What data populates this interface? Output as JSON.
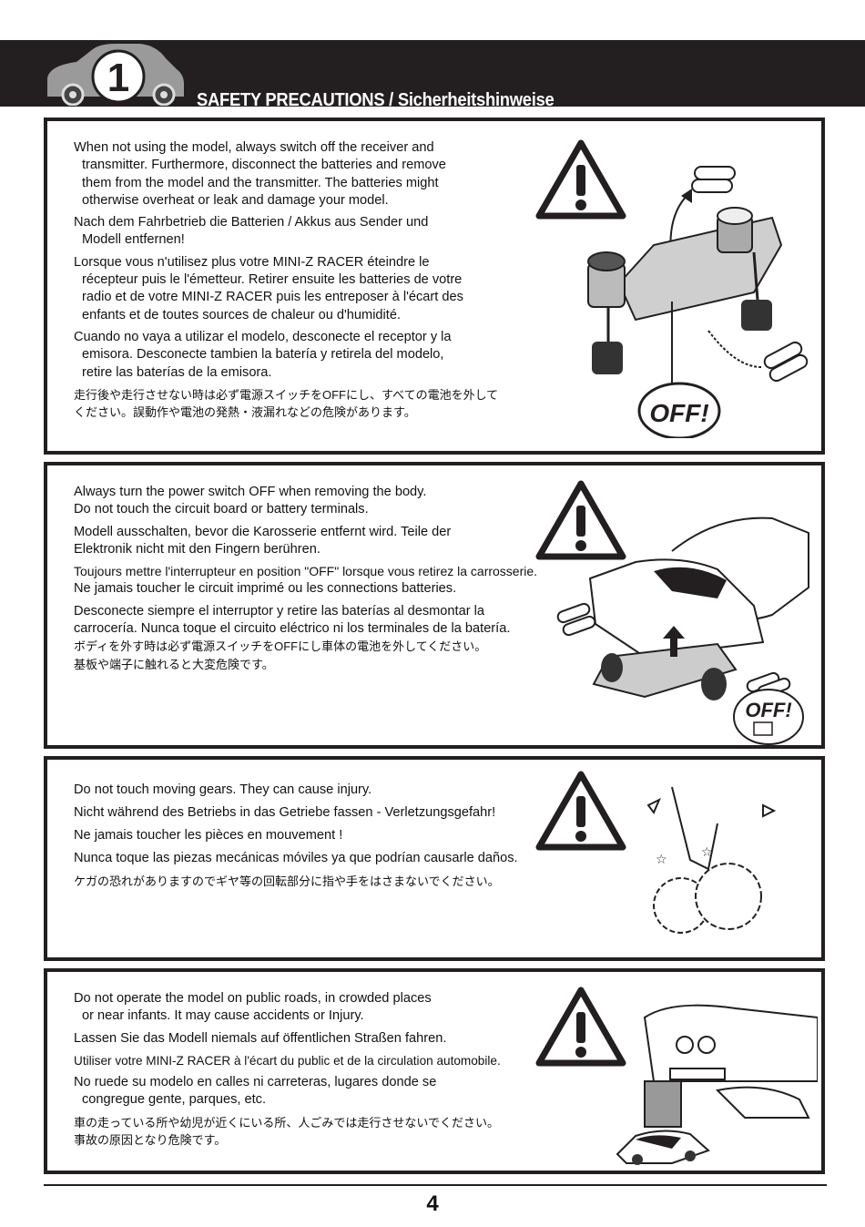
{
  "header": {
    "step_number": "1",
    "title_line1": "SAFETY PRECAUTIONS / Sicherheitshinweise",
    "title_line2": "/ PRECAUTIONS D'EMPLOIS / PRECAUCIONES DE SEGURIDAD /",
    "title_line2_jp": "安全のための注意事項"
  },
  "sections": [
    {
      "en": [
        "When not using the model, always switch off the receiver and",
        "transmitter. Furthermore, disconnect the batteries and remove",
        "them from the model and the transmitter. The batteries might",
        "otherwise overheat or leak and damage your model."
      ],
      "de": [
        "Nach dem Fahrbetrieb die Batterien / Akkus aus Sender und",
        "Modell entfernen!"
      ],
      "fr": [
        "Lorsque vous n'utilisez plus votre MINI-Z RACER éteindre le",
        "récepteur puis le l'émetteur. Retirer ensuite les batteries de votre",
        "radio et de votre MINI-Z RACER puis les entreposer à l'écart des",
        "enfants et de toutes sources de chaleur ou d'humidité."
      ],
      "es": [
        "Cuando no vaya a utilizar el modelo, desconecte el receptor y la",
        "emisora. Desconecte tambien la batería y retirela del modelo,",
        "retire las baterías de la emisora."
      ],
      "jp": [
        "走行後や走行させない時は必ず電源スイッチをOFFにし、すべての電池を外して",
        "ください。誤動作や電池の発熱・液漏れなどの危険があります。"
      ],
      "callout": "OFF!"
    },
    {
      "en": [
        "Always turn the power switch OFF when removing the body.",
        "Do not touch the circuit board or battery terminals."
      ],
      "de": [
        "Modell ausschalten, bevor die Karosserie entfernt wird. Teile der",
        "Elektronik nicht mit den Fingern berühren."
      ],
      "fr": [
        "Toujours mettre l'interrupteur en position \"OFF\" lorsque vous retirez la carrosserie.",
        "Ne jamais toucher le circuit imprimé ou les connections batteries."
      ],
      "es": [
        "Desconecte siempre el interruptor y retire las baterías al desmontar la",
        "carrocería. Nunca toque el circuito eléctrico ni los terminales de la batería."
      ],
      "jp": [
        "ボディを外す時は必ず電源スイッチをOFFにし車体の電池を外してください。",
        "基板や端子に触れると大変危険です。"
      ],
      "callout": "OFF!"
    },
    {
      "en": [
        "Do not touch moving gears. They can cause injury."
      ],
      "de": [
        "Nicht während des Betriebs in das Getriebe fassen - Verletzungsgefahr!"
      ],
      "fr": [
        "Ne jamais toucher les pièces en mouvement !"
      ],
      "es": [
        "Nunca toque las piezas mecánicas móviles ya que podrían causarle daños."
      ],
      "jp": [
        "ケガの恐れがありますのでギヤ等の回転部分に指や手をはさまないでください。"
      ]
    },
    {
      "en": [
        "Do not operate the model on public roads, in crowded places",
        "or near infants.  It may cause accidents or Injury."
      ],
      "de": [
        "Lassen Sie das Modell niemals auf öffentlichen Straßen fahren."
      ],
      "fr": [
        "Utiliser votre MINI-Z RACER à l'écart du public et de la circulation automobile."
      ],
      "es": [
        "No ruede su modelo en calles ni carreteras, lugares donde se",
        "congregue gente, parques, etc."
      ],
      "jp": [
        "車の走っている所や幼児が近くにいる所、人ごみでは走行させないでください。",
        "事故の原因となり危険です。"
      ]
    }
  ],
  "page_number": "4"
}
